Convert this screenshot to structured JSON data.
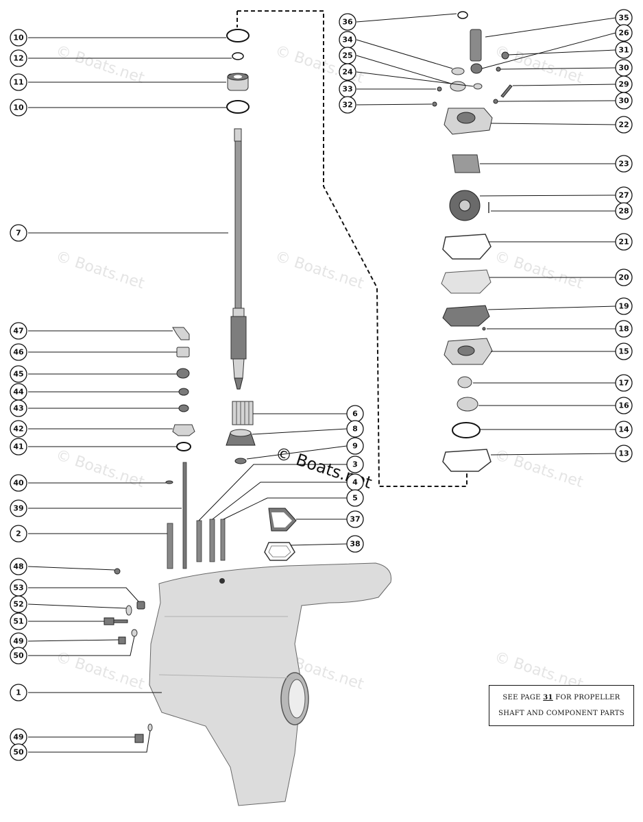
{
  "watermark": "© Boats.net",
  "note": {
    "line1_prefix": "SEE PAGE",
    "page_number": "31",
    "line1_suffix": "FOR PROPELLER",
    "line2": "SHAFT AND COMPONENT PARTS"
  },
  "callouts": [
    {
      "id": "c-10a",
      "label": "10"
    },
    {
      "id": "c-12",
      "label": "12"
    },
    {
      "id": "c-11",
      "label": "11"
    },
    {
      "id": "c-10b",
      "label": "10"
    },
    {
      "id": "c-7",
      "label": "7"
    },
    {
      "id": "c-47",
      "label": "47"
    },
    {
      "id": "c-46",
      "label": "46"
    },
    {
      "id": "c-45",
      "label": "45"
    },
    {
      "id": "c-44",
      "label": "44"
    },
    {
      "id": "c-43",
      "label": "43"
    },
    {
      "id": "c-42",
      "label": "42"
    },
    {
      "id": "c-41",
      "label": "41"
    },
    {
      "id": "c-40",
      "label": "40"
    },
    {
      "id": "c-39",
      "label": "39"
    },
    {
      "id": "c-2",
      "label": "2"
    },
    {
      "id": "c-48",
      "label": "48"
    },
    {
      "id": "c-53",
      "label": "53"
    },
    {
      "id": "c-52",
      "label": "52"
    },
    {
      "id": "c-51",
      "label": "51"
    },
    {
      "id": "c-49a",
      "label": "49"
    },
    {
      "id": "c-50a",
      "label": "50"
    },
    {
      "id": "c-1",
      "label": "1"
    },
    {
      "id": "c-49b",
      "label": "49"
    },
    {
      "id": "c-50b",
      "label": "50"
    },
    {
      "id": "c-36",
      "label": "36"
    },
    {
      "id": "c-34",
      "label": "34"
    },
    {
      "id": "c-25",
      "label": "25"
    },
    {
      "id": "c-24",
      "label": "24"
    },
    {
      "id": "c-33",
      "label": "33"
    },
    {
      "id": "c-32",
      "label": "32"
    },
    {
      "id": "c-35",
      "label": "35"
    },
    {
      "id": "c-26",
      "label": "26"
    },
    {
      "id": "c-31",
      "label": "31"
    },
    {
      "id": "c-30a",
      "label": "30"
    },
    {
      "id": "c-29",
      "label": "29"
    },
    {
      "id": "c-30b",
      "label": "30"
    },
    {
      "id": "c-22",
      "label": "22"
    },
    {
      "id": "c-23",
      "label": "23"
    },
    {
      "id": "c-27",
      "label": "27"
    },
    {
      "id": "c-28",
      "label": "28"
    },
    {
      "id": "c-21",
      "label": "21"
    },
    {
      "id": "c-20",
      "label": "20"
    },
    {
      "id": "c-19",
      "label": "19"
    },
    {
      "id": "c-18",
      "label": "18"
    },
    {
      "id": "c-15",
      "label": "15"
    },
    {
      "id": "c-17",
      "label": "17"
    },
    {
      "id": "c-16",
      "label": "16"
    },
    {
      "id": "c-14",
      "label": "14"
    },
    {
      "id": "c-13",
      "label": "13"
    },
    {
      "id": "c-6",
      "label": "6"
    },
    {
      "id": "c-8",
      "label": "8"
    },
    {
      "id": "c-9",
      "label": "9"
    },
    {
      "id": "c-3",
      "label": "3"
    },
    {
      "id": "c-4",
      "label": "4"
    },
    {
      "id": "c-5",
      "label": "5"
    },
    {
      "id": "c-37",
      "label": "37"
    },
    {
      "id": "c-38",
      "label": "38"
    }
  ]
}
